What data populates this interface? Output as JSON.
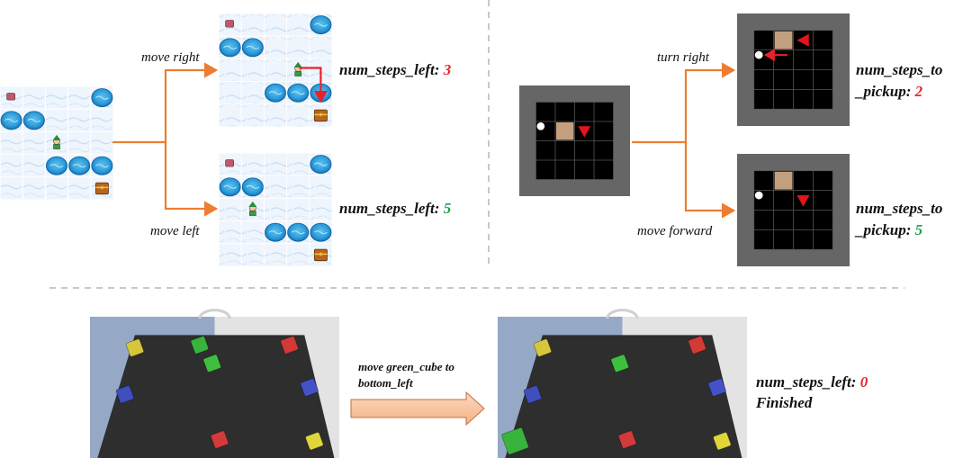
{
  "colors": {
    "arrow": "#ED7D31",
    "red_value": "#E8222B",
    "green_value": "#1FA24A",
    "path_red": "#E8222B",
    "divider": "#C8C8C8"
  },
  "frozen_lake": {
    "branch_top": {
      "action": "move right",
      "metric_label": "num_steps_left:",
      "metric_value": "3"
    },
    "branch_bottom": {
      "action": "move left",
      "metric_label": "num_steps_left:",
      "metric_value": "5"
    }
  },
  "minigrid": {
    "branch_top": {
      "action": "turn right",
      "metric_label_1": "num_steps_to",
      "metric_label_2": "_pickup:",
      "metric_value": "2"
    },
    "branch_bottom": {
      "action": "move forward",
      "metric_label_1": "num_steps_to",
      "metric_label_2": "_pickup:",
      "metric_value": "5"
    }
  },
  "block_push": {
    "action_line_1": "move green_cube to",
    "action_line_2": "bottom_left",
    "metric_label": "num_steps_left:",
    "metric_value": "0",
    "status": "Finished"
  }
}
